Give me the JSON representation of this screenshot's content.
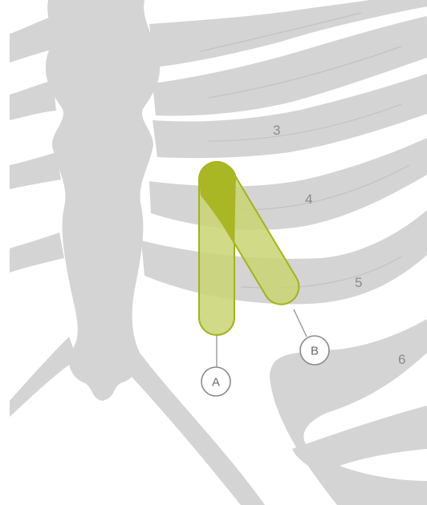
{
  "rib_labels": [
    "3",
    "4",
    "5",
    "6"
  ],
  "callouts": {
    "a": "A",
    "b": "B"
  },
  "colors": {
    "bone": "#d4d4d4",
    "probe_fill": "#c9d472",
    "probe_overlap": "#aab725",
    "probe_outline": "#a3b31c",
    "label_gray": "#8a8a8a"
  }
}
